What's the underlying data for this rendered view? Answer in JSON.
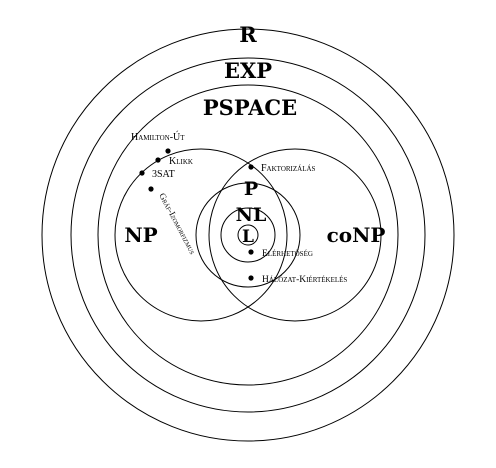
{
  "classes": {
    "r": "R",
    "exp": "EXP",
    "pspace": "PSPACE",
    "np": "NP",
    "conp": "coNP",
    "p": "P",
    "nl": "NL",
    "l": "L"
  },
  "problems": {
    "hamilton": "Hamilton-Út",
    "klikk": "Klikk",
    "sat": "3SAT",
    "graf": "Gráf-Izomorfizmus",
    "faktor": "Faktorizálás",
    "eler": "Elérhetőség",
    "halozat": "Hálózat-Kiértékelés"
  }
}
